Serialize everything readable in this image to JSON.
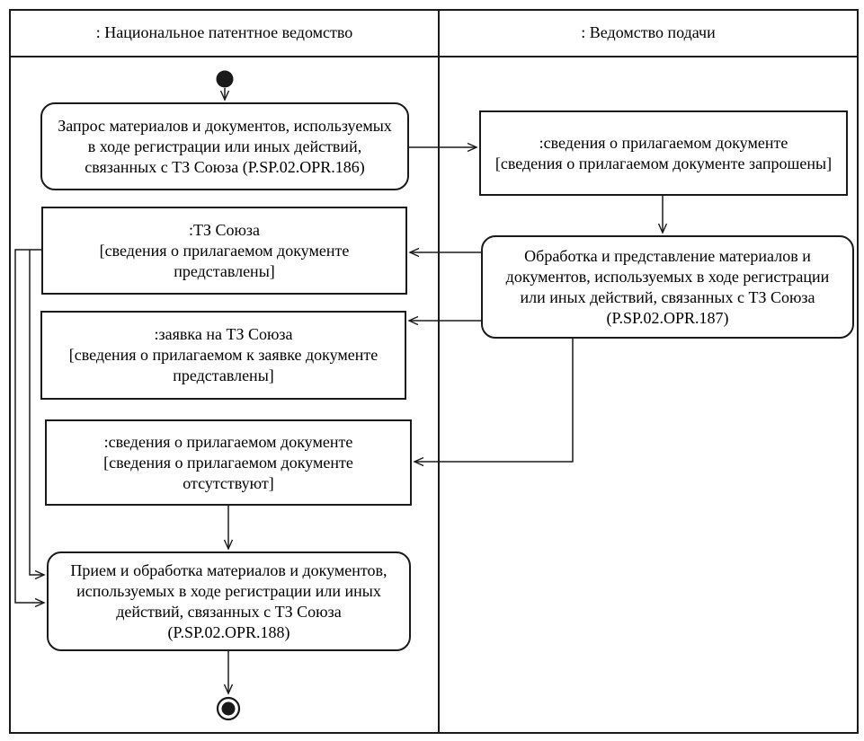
{
  "diagram": {
    "kind": "uml-activity-swimlane",
    "lanes": [
      {
        "id": "national-patent-office",
        "title": ": Национальное патентное ведомство"
      },
      {
        "id": "filing-office",
        "title": ": Ведомство подачи"
      }
    ],
    "nodes": {
      "opr186": {
        "type": "activity",
        "lane": "national-patent-office",
        "label": "Запрос материалов и документов, используемых в ходе регистрации или иных действий, связанных с ТЗ Союза (P.SP.02.OPR.186)"
      },
      "svedenia_zaprosheny": {
        "type": "object",
        "lane": "filing-office",
        "title": ":сведения о прилагаемом документе",
        "state": "[сведения о прилагаемом документе запрошены]"
      },
      "opr187": {
        "type": "activity",
        "lane": "filing-office",
        "label": "Обработка и представление материалов и документов, используемых в ходе регистрации или иных действий, связанных с ТЗ Союза (P.SP.02.OPR.187)"
      },
      "tz_soyuza": {
        "type": "object",
        "lane": "national-patent-office",
        "title": ":ТЗ Союза",
        "state": "[сведения о прилагаемом документе представлены]"
      },
      "zayavka": {
        "type": "object",
        "lane": "national-patent-office",
        "title": ":заявка на ТЗ Союза",
        "state": "[сведения о прилагаемом к заявке документе представлены]"
      },
      "svedenia_otsutstvuyut": {
        "type": "object",
        "lane": "national-patent-office",
        "title": ":сведения о прилагаемом документе",
        "state": "[сведения о прилагаемом документе отсутствуют]"
      },
      "opr188": {
        "type": "activity",
        "lane": "national-patent-office",
        "label": "Прием и обработка материалов и документов, используемых в ходе регистрации или иных действий, связанных с ТЗ Союза (P.SP.02.OPR.188)"
      }
    },
    "icons": {
      "initial_node": "filled-circle",
      "final_node": "bullseye-circle",
      "flow_arrow": "open-arrowhead"
    },
    "colors": {
      "line": "#1a1a1a",
      "background": "#ffffff",
      "text": "#000000"
    }
  }
}
